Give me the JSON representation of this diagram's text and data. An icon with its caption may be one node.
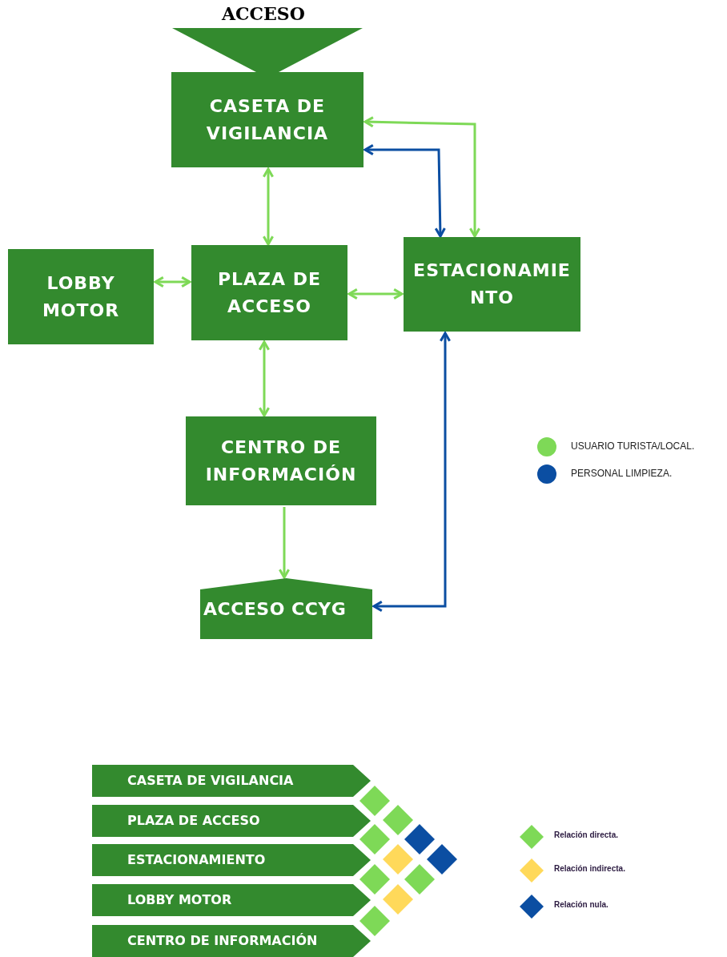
{
  "diagram": {
    "nodes": [
      {
        "text": [
          "ACCESO"
        ]
      },
      {
        "text": [
          "CASETA DE VIGILANCIA"
        ]
      },
      {
        "text": [
          "LOBBY MOTOR"
        ]
      },
      {
        "text": [
          "PLAZA DE ACCESO"
        ]
      },
      {
        "text": [
          "ESTACIONAMIE NTO"
        ]
      },
      {
        "text": [
          "CENTRO DE INFORMACIÓN"
        ]
      },
      {
        "text": [
          "ACCESO CCYG"
        ]
      },
      {
        "text": [
          "CASETA DE VIGILANCIA"
        ]
      },
      {
        "text": [
          "PLAZA DE ACCESO"
        ]
      },
      {
        "text": [
          "ESTACIONAMIENTO"
        ]
      },
      {
        "text": [
          "LOBBY MOTOR"
        ]
      },
      {
        "text": [
          "CENTRO DE INFORMACIÓN"
        ]
      },
      {
        "text": [],
        "shape": "diamond"
      },
      {
        "text": [],
        "shape": "diamond"
      },
      {
        "text": [],
        "shape": "diamond"
      },
      {
        "text": [],
        "shape": "diamond"
      },
      {
        "text": [],
        "shape": "diamond"
      },
      {
        "text": [],
        "shape": "diamond"
      },
      {
        "text": [],
        "shape": "diamond"
      },
      {
        "text": [],
        "shape": "diamond"
      },
      {
        "text": [],
        "shape": "diamond"
      },
      {
        "text": [],
        "shape": "diamond"
      }
    ],
    "edges": [
      {
        "from": 1,
        "to": 3,
        "arrow": "both"
      },
      {
        "from": 2,
        "to": 3,
        "arrow": "both"
      },
      {
        "from": 3,
        "to": 4,
        "arrow": "both"
      },
      {
        "from": 3,
        "to": 5,
        "arrow": "both"
      },
      {
        "from": 5,
        "to": 6,
        "arrow": "to"
      },
      {
        "from": 1,
        "to": 4,
        "arrow": "both"
      },
      {
        "from": 1,
        "to": 4,
        "arrow": "both",
        "color": "#0b4ea2"
      },
      {
        "from": 4,
        "to": 6,
        "arrow": "both",
        "color": "#0b4ea2"
      }
    ],
    "legend": [
      {
        "text": "USUARIO TURISTA/LOCAL.",
        "color": "#7ed957"
      },
      {
        "text": "PERSONAL LIMPIEZA.",
        "color": "#0b4ea2"
      },
      {
        "text": "Relación directa.",
        "color": "#7ed957"
      },
      {
        "text": "Relación indirecta.",
        "color": "#ffd95a"
      },
      {
        "text": "Relación nula.",
        "color": "#0b4ea2"
      }
    ]
  }
}
